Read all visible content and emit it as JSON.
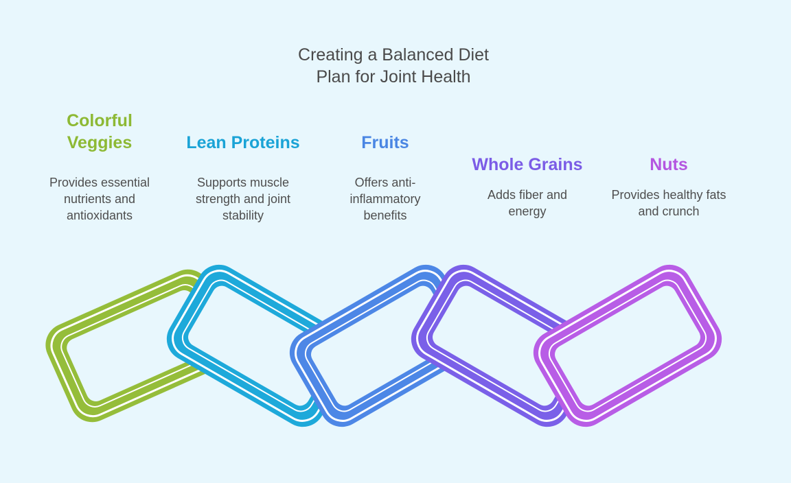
{
  "title_line1": "Creating a Balanced Diet",
  "title_line2": "Plan for Joint Health",
  "items": [
    {
      "title": "Colorful Veggies",
      "title_line1": "Colorful",
      "title_line2": "Veggies",
      "description": [
        "Provides essential",
        "nutrients and",
        "antioxidants"
      ],
      "color": "#95bd3a"
    },
    {
      "title": "Lean Proteins",
      "description": [
        "Supports muscle",
        "strength and joint",
        "stability"
      ],
      "color": "#1ea9da"
    },
    {
      "title": "Fruits",
      "description": [
        "Offers anti-",
        "inflammatory",
        "benefits"
      ],
      "color": "#4d87e6"
    },
    {
      "title": "Whole Grains",
      "description": [
        "Adds fiber and",
        "energy"
      ],
      "color": "#7a60e8"
    },
    {
      "title": "Nuts",
      "description": [
        "Provides healthy fats",
        "and crunch"
      ],
      "color": "#b85de6"
    }
  ]
}
